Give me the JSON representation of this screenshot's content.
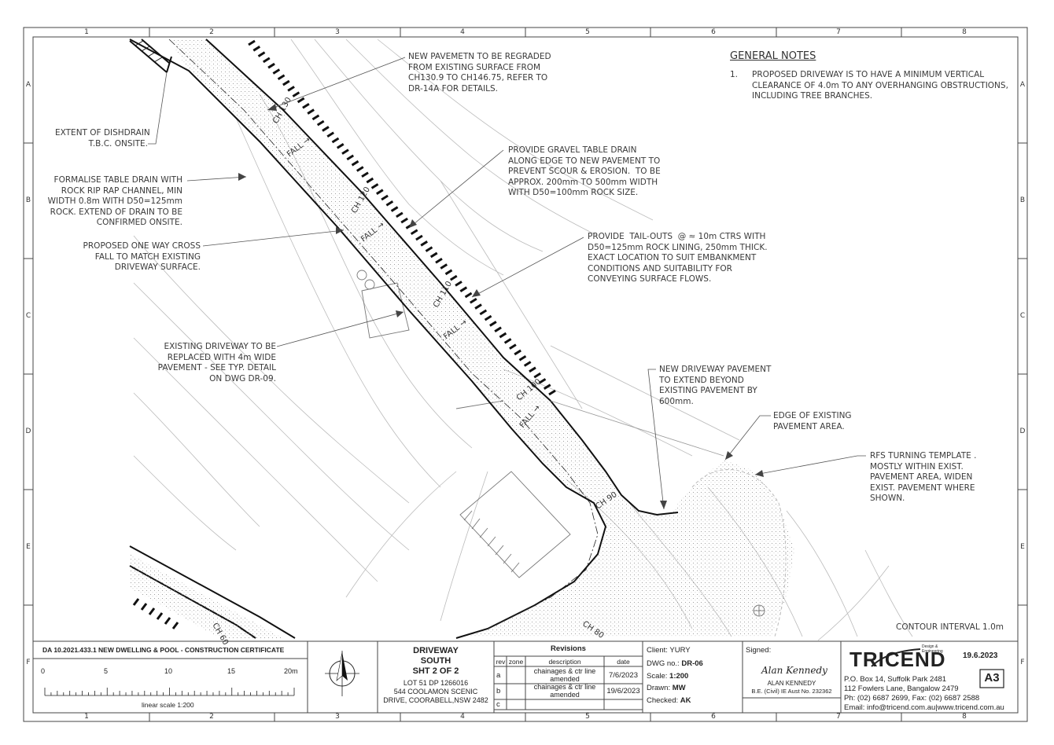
{
  "grid": {
    "cols": [
      "1",
      "2",
      "3",
      "4",
      "5",
      "6",
      "7",
      "8"
    ],
    "rows": [
      "A",
      "B",
      "C",
      "D",
      "E",
      "F"
    ]
  },
  "general_notes": {
    "title": "GENERAL NOTES",
    "num": "1.",
    "text": "PROPOSED DRIVEWAY IS TO HAVE A MINIMUM VERTICAL\nCLEARANCE OF 4.0m TO ANY OVERHANGING OBSTRUCTIONS,\nINCLUDING TREE BRANCHES."
  },
  "callouts": {
    "regrade": "NEW PAVEMETN TO BE REGRADED\nFROM EXISTING SURFACE FROM\nCH130.9 TO CH146.75, REFER TO\nDR-14A FOR DETAILS.",
    "dishdrain": "EXTENT OF DISHDRAIN\nT.B.C. ONSITE.",
    "table_drain": "FORMALISE TABLE DRAIN WITH\nROCK RIP RAP CHANNEL, MIN\nWIDTH 0.8m WITH D50=125mm\nROCK. EXTEND OF DRAIN TO BE\nCONFIRMED ONSITE.",
    "gravel": "PROVIDE GRAVEL TABLE DRAIN\nALONG EDGE TO NEW PAVEMENT TO\nPREVENT SCOUR & EROSION.  TO BE\nAPPROX. 200mm TO 500mm WIDTH\nWITH D50=100mm ROCK SIZE.",
    "crossfall": "PROPOSED ONE WAY CROSS\nFALL TO MATCH EXISTING\nDRIVEWAY SURFACE.",
    "tailouts": "PROVIDE  TAIL-OUTS  @ ≈ 10m CTRS WITH\nD50=125mm ROCK LINING, 250mm THICK.\nEXACT LOCATION TO SUIT EMBANKMENT\nCONDITIONS AND SUITABILITY FOR\nCONVEYING SURFACE FLOWS.",
    "existing": "EXISTING DRIVEWAY TO BE\nREPLACED WITH 4m WIDE\nPAVEMENT - SEE TYP. DETAIL\nON DWG DR-09.",
    "extend": "NEW DRIVEWAY PAVEMENT\nTO EXTEND BEYOND\nEXISTING PAVEMENT BY\n600mm.",
    "edge": "EDGE OF EXISTING\nPAVEMENT AREA.",
    "rfs": "RFS TURNING TEMPLATE .\nMOSTLY WITHIN EXIST.\nPAVEMENT AREA, WIDEN\nEXIST. PAVEMENT WHERE\nSHOWN.",
    "contour": "CONTOUR INTERVAL 1.0m"
  },
  "plan_labels": {
    "fall": "FALL",
    "ch130": "CH 130",
    "ch120": "CH 120",
    "ch110": "CH 110",
    "ch100": "CH 100",
    "ch90": "CH 90",
    "ch80": "CH 80",
    "ch60": "CH 60"
  },
  "title_block": {
    "project": "DA 10.2021.433.1 NEW DWELLING & POOL - CONSTRUCTION CERTIFICATE",
    "scale_ticks": [
      "0",
      "5",
      "10",
      "15",
      "20m"
    ],
    "scale_caption": "linear scale 1:200",
    "drawing_title": [
      "DRIVEWAY",
      "SOUTH",
      "SHT 2 OF 2"
    ],
    "address": [
      "LOT 51 DP 1266016",
      "544 COOLAMON SCENIC",
      "DRIVE, COORABELL,NSW 2482"
    ],
    "revisions": {
      "title": "Revisions",
      "headers": [
        "rev",
        "zone",
        "description",
        "date"
      ],
      "rows": [
        {
          "rev": "a",
          "zone": "",
          "description": "chainages & ctr line amended",
          "date": "7/6/2023"
        },
        {
          "rev": "b",
          "zone": "",
          "description": "chainages & ctr line amended",
          "date": "19/6/2023"
        },
        {
          "rev": "c",
          "zone": "",
          "description": "",
          "date": ""
        }
      ]
    },
    "client": "Client: YURY",
    "dwg_label": "DWG no.:",
    "dwg_no": "DR-06",
    "scale_label": "Scale:",
    "scale": "1:200",
    "drawn_label": "Drawn:",
    "drawn": "MW",
    "checked_label": "Checked:",
    "checked": "AK",
    "signed": "Signed:",
    "signature": "Alan Kennedy",
    "engineer": "ALAN KENNEDY",
    "qualification": "B.E. (Civil) IE Aust No. 232362",
    "company": "TRICEND",
    "tagline": "Design & Engineering",
    "date": "19.6.2023",
    "sheet_size": "A3",
    "contact": [
      "P.O. Box 14, Suffolk Park 2481",
      "112 Fowlers Lane, Bangalow 2479",
      "Ph: (02) 6687 2699, Fax: (02) 6687 2588",
      "Email: info@tricend.com.au|www.tricend.com.au"
    ]
  }
}
